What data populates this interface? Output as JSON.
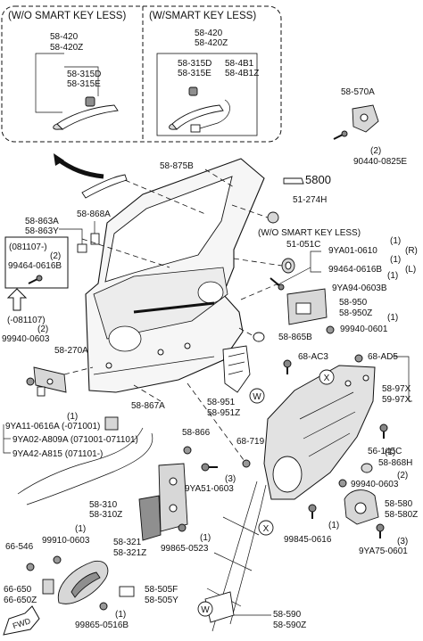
{
  "headers": {
    "wo_smart_key_less": "(W/O SMART KEY LESS)",
    "w_smart_key_less": "(W/SMART KEY LESS)",
    "wo_smart_key_less_mid": "(W/O SMART KEY LESS)"
  },
  "callouts": {
    "arr_wo_1": "58-420",
    "arr_wo_2": "58-420Z",
    "arr_wo_3": "58-315D",
    "arr_wo_4": "58-315E",
    "arr_w_1": "58-420",
    "arr_w_2": "58-420Z",
    "arr_w_3": "58-315D",
    "arr_w_4": "58-315E",
    "arr_w_5": "58-4B1",
    "arr_w_6": "58-4B1Z",
    "p570a": "58-570A",
    "p90440_qty": "(2)",
    "p90440": "90440-0825E",
    "p875b": "58-875B",
    "p5800": "5800",
    "p274h": "51-274H",
    "p051c": "51-051C",
    "p9ya01_qty": "(1)",
    "p9ya01": "9YA01-0610",
    "p9ya01_side": "(R)",
    "p99464_qty": "(1)",
    "p99464": "99464-0616B",
    "p99464_side": "(L)",
    "p863a": "58-863A",
    "p863y": "58-863Y",
    "p868a": "58-868A",
    "p081107_box": "(081107-)",
    "p99464b_qty": "(2)",
    "p99464b": "99464-0616B",
    "p081107_paren": "(-081107)",
    "p99940a_qty": "(2)",
    "p99940a": "99940-0603",
    "p270a": "58-270A",
    "p9ya94_qty": "(1)",
    "p9ya94": "9YA94-0603B",
    "p950": "58-950",
    "p950z": "58-950Z",
    "p99940b_qty": "(1)",
    "p99940b": "99940-0601",
    "p865b": "58-865B",
    "p68ac3": "68-AC3",
    "p68ad5": "68-AD5",
    "p97x": "58-97X",
    "p97x_2": "59-97X",
    "p951": "58-951",
    "p951z": "58-951Z",
    "p867a": "58-867A",
    "p9ya11_qty": "(1)",
    "p9ya11": "9YA11-0616A (-071001)",
    "p9ya02": "9YA02-A809A (071001-071101)",
    "p9ya42": "9YA42-A815 (071101-)",
    "p866": "58-866",
    "p719": "68-719",
    "p145c": "56-145C",
    "p868h_qty": "(1)",
    "p868h": "58-868H",
    "p99940c_qty": "(2)",
    "p99940c": "99940-0603",
    "p9ya51_qty": "(3)",
    "p9ya51": "9YA51-0603",
    "p310": "58-310",
    "p310z": "58-310Z",
    "p99865a_qty": "(1)",
    "p99865a": "99865-0523",
    "p99845_qty": "(1)",
    "p99845": "99845-0616",
    "p580": "58-580",
    "p580z": "58-580Z",
    "p9ya75_qty": "(3)",
    "p9ya75": "9YA75-0601",
    "p66546": "66-546",
    "p99910_qty": "(1)",
    "p99910": "99910-0603",
    "p321": "58-321",
    "p321z": "58-321Z",
    "p66650": "66-650",
    "p66650z": "66-650Z",
    "p505f": "58-505F",
    "p505y": "58-505Y",
    "p590": "58-590",
    "p590z": "58-590Z",
    "p99865b_qty": "(1)",
    "p99865b": "99865-0516B",
    "ref_x1": "X",
    "ref_x2": "X",
    "ref_w1": "W",
    "ref_w2": "W",
    "fwd": "FWD"
  },
  "icons": [
    "screw-icon",
    "clip-icon",
    "upward-arrow-icon",
    "forward-arrow-icon"
  ]
}
